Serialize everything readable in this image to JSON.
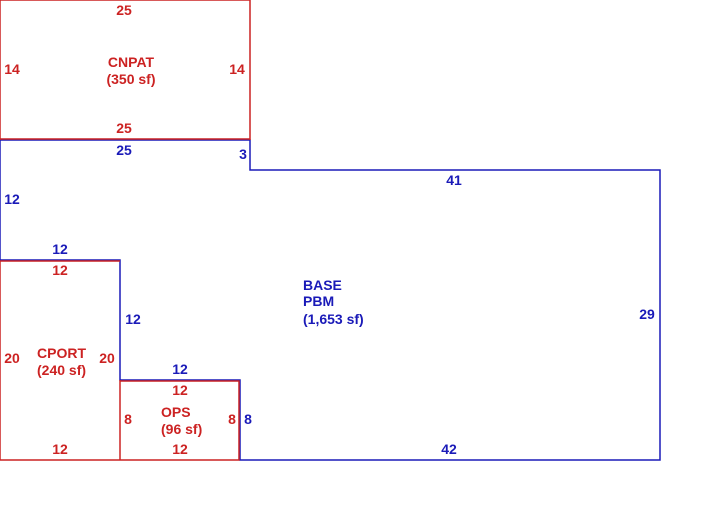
{
  "colors": {
    "base": "#1a1ab8",
    "addition": "#cc2222"
  },
  "areas": {
    "base": {
      "line1": "BASE",
      "line2": "PBM",
      "line3": "(1,653 sf)"
    },
    "cnpat": {
      "line1": "CNPAT",
      "line2": "(350 sf)"
    },
    "cport": {
      "line1": "CPORT",
      "line2": "(240 sf)"
    },
    "ops": {
      "line1": "OPS",
      "line2": "(96 sf)"
    }
  },
  "dimensions": {
    "base_top_left": "25",
    "base_step": "3",
    "base_top_right": "41",
    "base_left": "12",
    "base_right": "29",
    "base_bottom": "42",
    "base_cport_top": "12",
    "base_cport_right": "12",
    "base_ops_top": "12",
    "base_ops_right": "8",
    "cnpat_top": "25",
    "cnpat_left": "14",
    "cnpat_right": "14",
    "cnpat_bottom": "25",
    "cport_top": "12",
    "cport_left": "20",
    "cport_right": "20",
    "cport_bottom": "12",
    "ops_top": "12",
    "ops_left": "8",
    "ops_right": "8",
    "ops_bottom": "12"
  }
}
